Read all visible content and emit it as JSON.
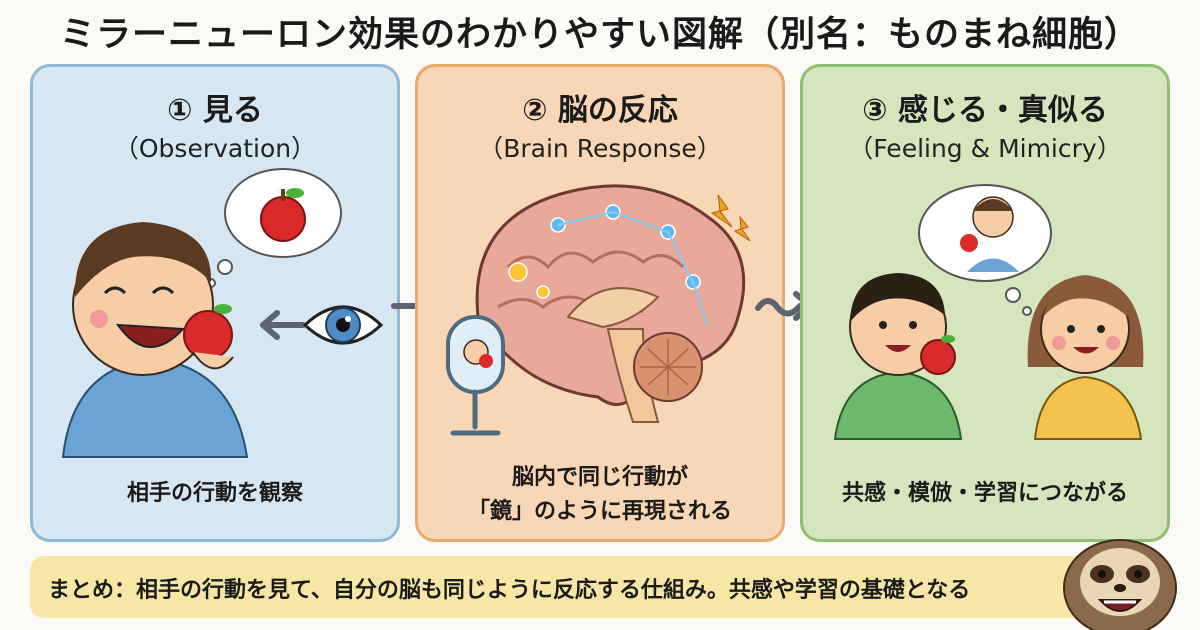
{
  "title": "ミラーニューロン効果のわかりやすい図解（別名：ものまね細胞）",
  "panels": [
    {
      "heading": "① 見る",
      "subheading": "（Observation）",
      "caption_lines": [
        "相手の行動を観察"
      ]
    },
    {
      "heading": "② 脳の反応",
      "subheading": "（Brain Response）",
      "caption_lines": [
        "脳内で同じ行動が",
        "「鏡」のように再現される"
      ]
    },
    {
      "heading": "③ 感じる・真似る",
      "subheading": "（Feeling & Mimicry）",
      "caption_lines": [
        "共感・模倣・学習につながる"
      ]
    }
  ],
  "summary": "まとめ：相手の行動を見て、自分の脳も同じように反応する仕組み。共感や学習の基礎となる",
  "icons": [
    "eye-icon",
    "apple-icon",
    "thought-bubble-icon",
    "mirror-icon",
    "brain-icon",
    "lightning-icon",
    "arrow-right-icon",
    "wavy-arrow-icon",
    "sloth-mascot"
  ],
  "colors": {
    "panel1_bg": "#d6e7f3",
    "panel1_border": "#8cb8d9",
    "panel2_bg": "#f8d7b6",
    "panel2_border": "#e9aa6d",
    "panel3_bg": "#d5e6bf",
    "panel3_border": "#8fbf72",
    "summary_bg": "#f7e7a7"
  }
}
